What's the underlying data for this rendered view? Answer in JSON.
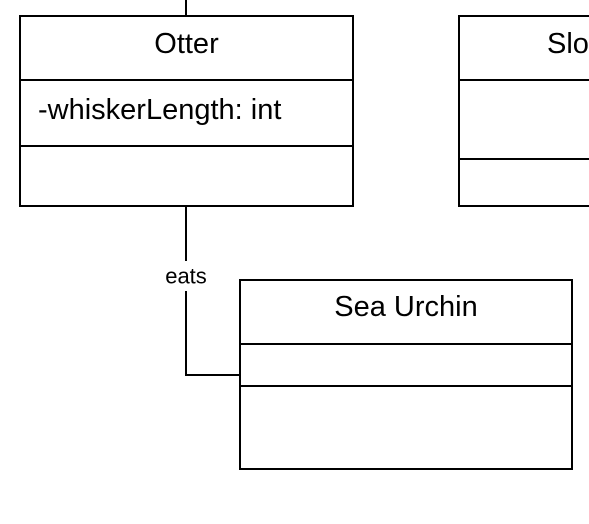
{
  "diagram": {
    "classes": [
      {
        "name": "Otter",
        "attributes": [
          "-whiskerLength: int"
        ],
        "operations": []
      },
      {
        "name": "Slo",
        "attributes": [],
        "operations": []
      },
      {
        "name": "Sea Urchin",
        "attributes": [],
        "operations": []
      }
    ],
    "associations": [
      {
        "from": "Otter",
        "to": "Sea Urchin",
        "label": "eats"
      }
    ],
    "colors": {
      "line": "#000000",
      "fill": "#ffffff",
      "text": "#000000"
    }
  }
}
